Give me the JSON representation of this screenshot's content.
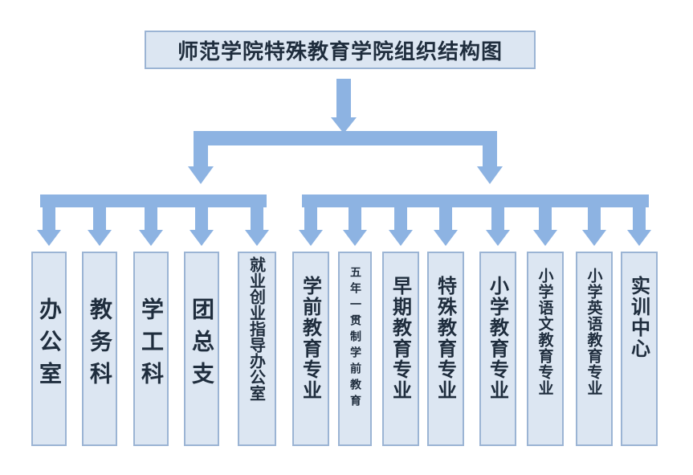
{
  "title": "师范学院特殊教育学院组织结构图",
  "colors": {
    "box_fill": "#dce6f2",
    "box_border": "#9bb4d4",
    "arrow": "#8db3e2",
    "text": "#1f2d3d"
  },
  "admin_units": [
    {
      "name": "办公室"
    },
    {
      "name": "教务科"
    },
    {
      "name": "学工科"
    },
    {
      "name": "团总支"
    },
    {
      "name": "就业创业指导办公室"
    }
  ],
  "programs": [
    {
      "name": "学前教育专业"
    },
    {
      "name": "五年一贯制学前教育"
    },
    {
      "name": "早期教育专业"
    },
    {
      "name": "特殊教育专业"
    },
    {
      "name": "小学教育专业"
    },
    {
      "name": "小学语文教育专业"
    },
    {
      "name": "小学英语教育专业"
    },
    {
      "name": "实训中心"
    }
  ]
}
